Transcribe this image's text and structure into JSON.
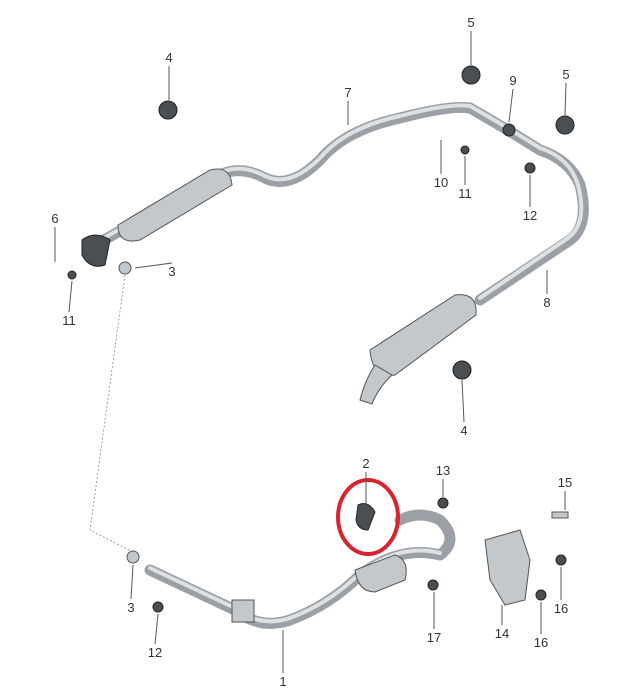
{
  "diagram": {
    "title": "Exhaust system parts diagram",
    "callouts": [
      "4",
      "7",
      "5",
      "9",
      "5",
      "10",
      "11",
      "12",
      "6",
      "3",
      "11",
      "8",
      "4",
      "2",
      "13",
      "15",
      "3",
      "12",
      "1",
      "17",
      "14",
      "16",
      "16"
    ],
    "highlighted_part": "2",
    "highlight_color": "#d9232e"
  }
}
